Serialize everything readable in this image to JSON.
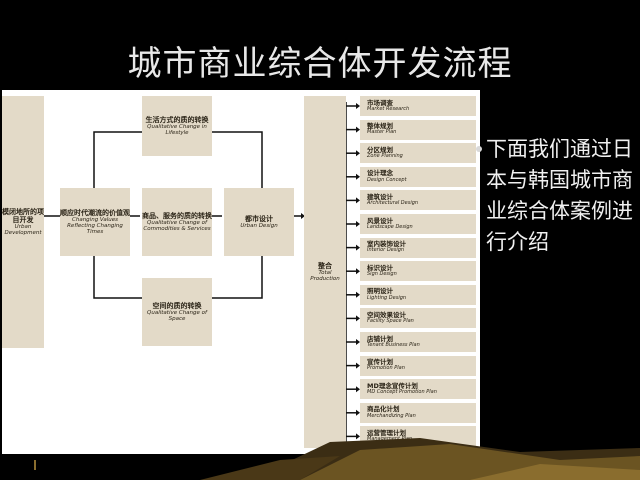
{
  "slide": {
    "title": "城市商业综合体开发流程",
    "bullet": "下面我们通过日本与韩国城市商业综合体案例进行介绍"
  },
  "diagram": {
    "left_box": {
      "zh": "模闭地所的项目开发",
      "en": "Urban Development"
    },
    "values_box": {
      "zh": "顺应时代潮流的价值观",
      "en": "Changing Values Reflecting Changing Times"
    },
    "lifestyle_box": {
      "zh": "生活方式的质的转换",
      "en": "Qualitative Change in Lifestyle"
    },
    "commodities_box": {
      "zh": "商品、服务的质的转换",
      "en": "Qualitative Change of Commodities & Services"
    },
    "space_box": {
      "zh": "空间的质的转换",
      "en": "Qualitative Change of Space"
    },
    "urban_design_box": {
      "zh": "都市设计",
      "en": "Urban Design"
    },
    "production_box": {
      "zh": "整合",
      "en": "Total Production"
    },
    "items": [
      {
        "zh": "市场调查",
        "en": "Market Research"
      },
      {
        "zh": "整体规划",
        "en": "Master Plan"
      },
      {
        "zh": "分区规划",
        "en": "Zone Planning"
      },
      {
        "zh": "设计理念",
        "en": "Design Concept"
      },
      {
        "zh": "建筑设计",
        "en": "Architectural Design"
      },
      {
        "zh": "风景设计",
        "en": "Landscape Design"
      },
      {
        "zh": "室内装饰设计",
        "en": "Interior Design"
      },
      {
        "zh": "标识设计",
        "en": "Sign Design"
      },
      {
        "zh": "照明设计",
        "en": "Lighting Design"
      },
      {
        "zh": "空间效果设计",
        "en": "Facility Space Plan"
      },
      {
        "zh": "店铺计划",
        "en": "Tenant Business Plan"
      },
      {
        "zh": "宣传计划",
        "en": "Promotion Plan"
      },
      {
        "zh": "MD理念宣传计划",
        "en": "MD Concept Promotion Plan"
      },
      {
        "zh": "商品化计划",
        "en": "Merchandizing Plan"
      },
      {
        "zh": "运营管理计划",
        "en": "Management Plan"
      }
    ]
  },
  "colors": {
    "background": "#000000",
    "box_fill": "#e3dac8",
    "line": "#111111",
    "floor_gold": "#6b5422"
  }
}
